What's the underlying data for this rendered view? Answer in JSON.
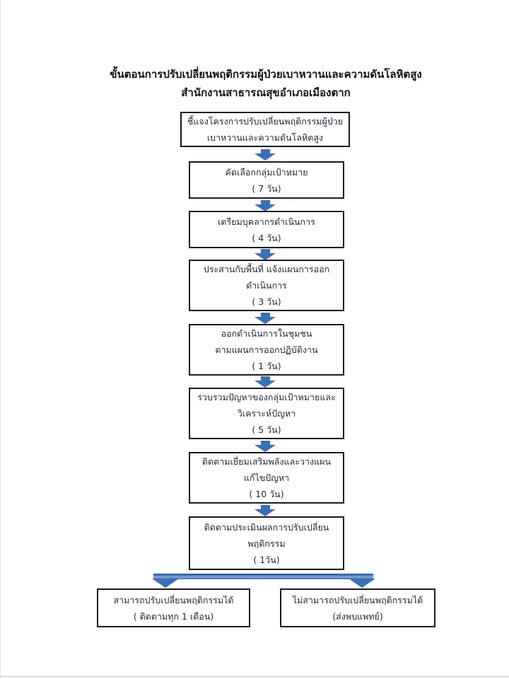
{
  "title": {
    "line1": "ขั้นตอนการปรับเปลี่ยนพฤติกรรมผู้ป่วยเบาหวานและความดันโลหิตสูง",
    "line2": "สำนักงานสาธารณสุขอำเภอเมืองตาก"
  },
  "steps": [
    {
      "id": 1,
      "lines": [
        "ชี้แจงโครงการปรับเปลี่ยนพฤติกรรมผู้ป่วย",
        "เบาหวานและความดันโลหิตสูง"
      ]
    },
    {
      "id": 2,
      "lines": [
        "คัดเลือกกลุ่มเป้าหมาย",
        "( 7 วัน)"
      ]
    },
    {
      "id": 3,
      "lines": [
        "เตรียมบุคลากรดำเนินการ",
        "( 4 วัน)"
      ]
    },
    {
      "id": 4,
      "lines": [
        "ประสานกับพื้นที่ แจ้งแผนการออก",
        "ดำเนินการ",
        "( 3 วัน)"
      ]
    },
    {
      "id": 5,
      "lines": [
        "ออกดำเนินการในชุมชน",
        "ตามแผนการออกปฏิบัติงาน",
        "( 1 วัน)"
      ]
    },
    {
      "id": 6,
      "lines": [
        "รวบรวมปัญหาของกลุ่มเป้าหมายและ",
        "วิเคราะห์ปัญหา",
        "( 5 วัน)"
      ]
    },
    {
      "id": 7,
      "lines": [
        "ติดตามเยี่ยมเสริมพลังและวางแผน",
        "แก้ไขปัญหา",
        "( 10 วัน)"
      ]
    },
    {
      "id": 8,
      "lines": [
        "ติดตามประเมินผลการปรับเปลี่ยน",
        "พฤติกรรม",
        "( 1วัน)"
      ]
    }
  ],
  "outcomes": {
    "success": {
      "lines": [
        "สามารถปรับเปลี่ยนพฤติกรรมได้",
        "( ติดตามทุก 1 เดือน)"
      ]
    },
    "failure": {
      "lines": [
        "ไม่สามารถปรับเปลี่ยนพฤติกรรมได้",
        "(ส่งพบแพทย์)"
      ]
    }
  },
  "colors": {
    "arrow_blue": "#3c6fb5",
    "box_border": "#1a1a1a",
    "text": "#222a38",
    "background": "#ffffff"
  }
}
